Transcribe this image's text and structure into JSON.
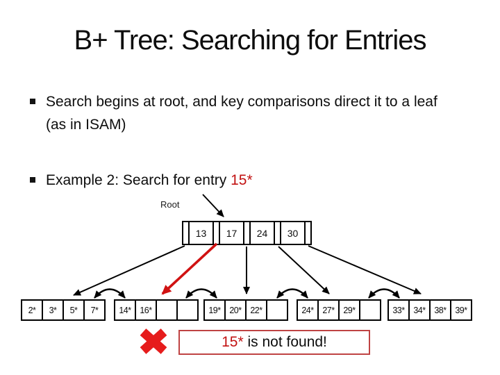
{
  "slide": {
    "title": "B+ Tree: Searching for Entries",
    "bullet1": "Search begins at root, and key comparisons direct it to a leaf (as in ISAM)",
    "bullet2_prefix": "Example 2: Search for entry ",
    "bullet2_highlight": "15*"
  },
  "diagram": {
    "root_label": "Root",
    "root_keys": [
      "13",
      "17",
      "24",
      "30"
    ],
    "leaves": [
      {
        "cells": [
          "2*",
          "3*",
          "5*",
          "7*"
        ]
      },
      {
        "cells": [
          "14*",
          "16*",
          "",
          ""
        ]
      },
      {
        "cells": [
          "19*",
          "20*",
          "22*",
          ""
        ]
      },
      {
        "cells": [
          "24*",
          "27*",
          "29*",
          ""
        ]
      },
      {
        "cells": [
          "33*",
          "34*",
          "38*",
          "39*"
        ]
      }
    ],
    "search_key": "15*",
    "result_highlight": "15*",
    "result_text": " is not found!"
  },
  "colors": {
    "text": "#0d0d0d",
    "highlight-red": "#c21212",
    "arrow-red": "#d01212",
    "cross-red": "#e61c1c",
    "callout-border-red": "#bf4343"
  }
}
